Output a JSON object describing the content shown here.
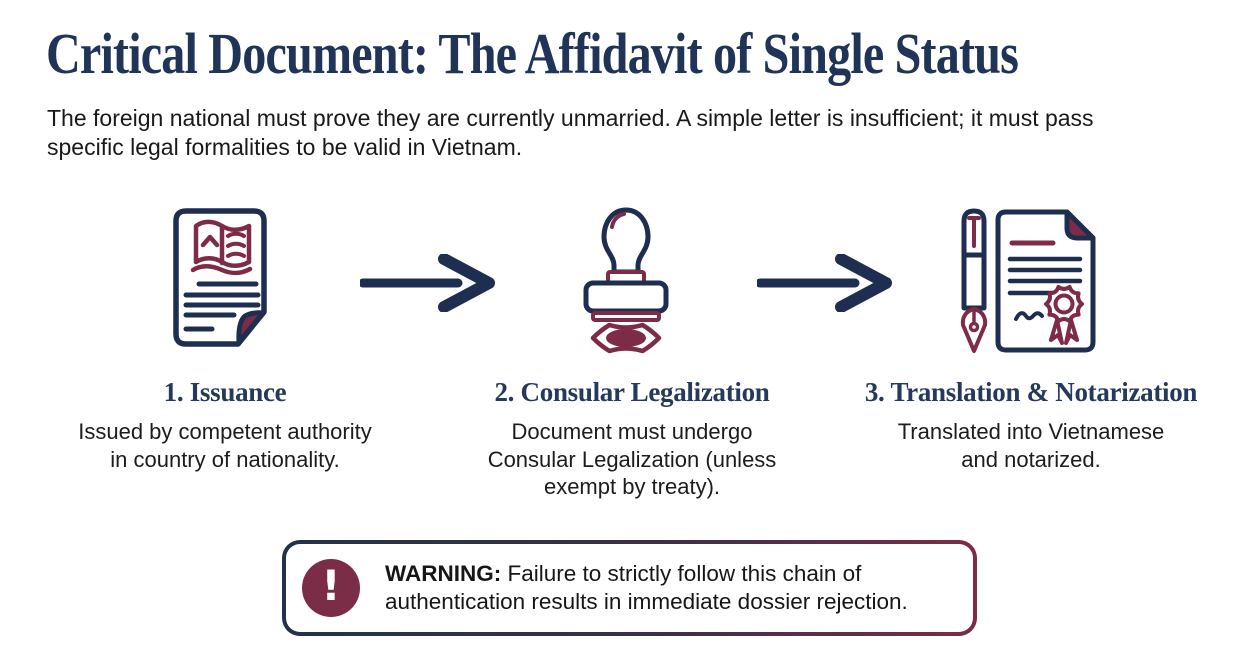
{
  "header": {
    "title": "Critical Document: The Affidavit of Single Status",
    "subtitle_line1": "The foreign national must prove they are currently unmarried. A simple letter is insufficient; it must pass",
    "subtitle_line2": "specific legal formalities to be valid in Vietnam."
  },
  "flow": {
    "icons": [
      "document-with-flag",
      "rubber-stamp",
      "pen-and-certificate"
    ],
    "arrows": 2
  },
  "steps": [
    {
      "title": "1. Issuance",
      "lines": [
        "Issued by competent authority",
        "in country of nationality."
      ]
    },
    {
      "title": "2. Consular Legalization",
      "lines": [
        "Document must undergo",
        "Consular Legalization (unless",
        "exempt by treaty)."
      ]
    },
    {
      "title": "3. Translation & Notarization",
      "lines": [
        "Translated into Vietnamese",
        "and notarized."
      ]
    }
  ],
  "warning": {
    "label": "WARNING:",
    "line1_rest": "Failure to strictly follow this chain of",
    "line2": "authentication results in immediate dossier rejection."
  },
  "colors": {
    "navy": "#1e2e50",
    "title-navy": "#203457",
    "step-navy": "#24395c",
    "maroon": "#7d2b46",
    "text-dark": "#191919",
    "background": "#ffffff"
  }
}
